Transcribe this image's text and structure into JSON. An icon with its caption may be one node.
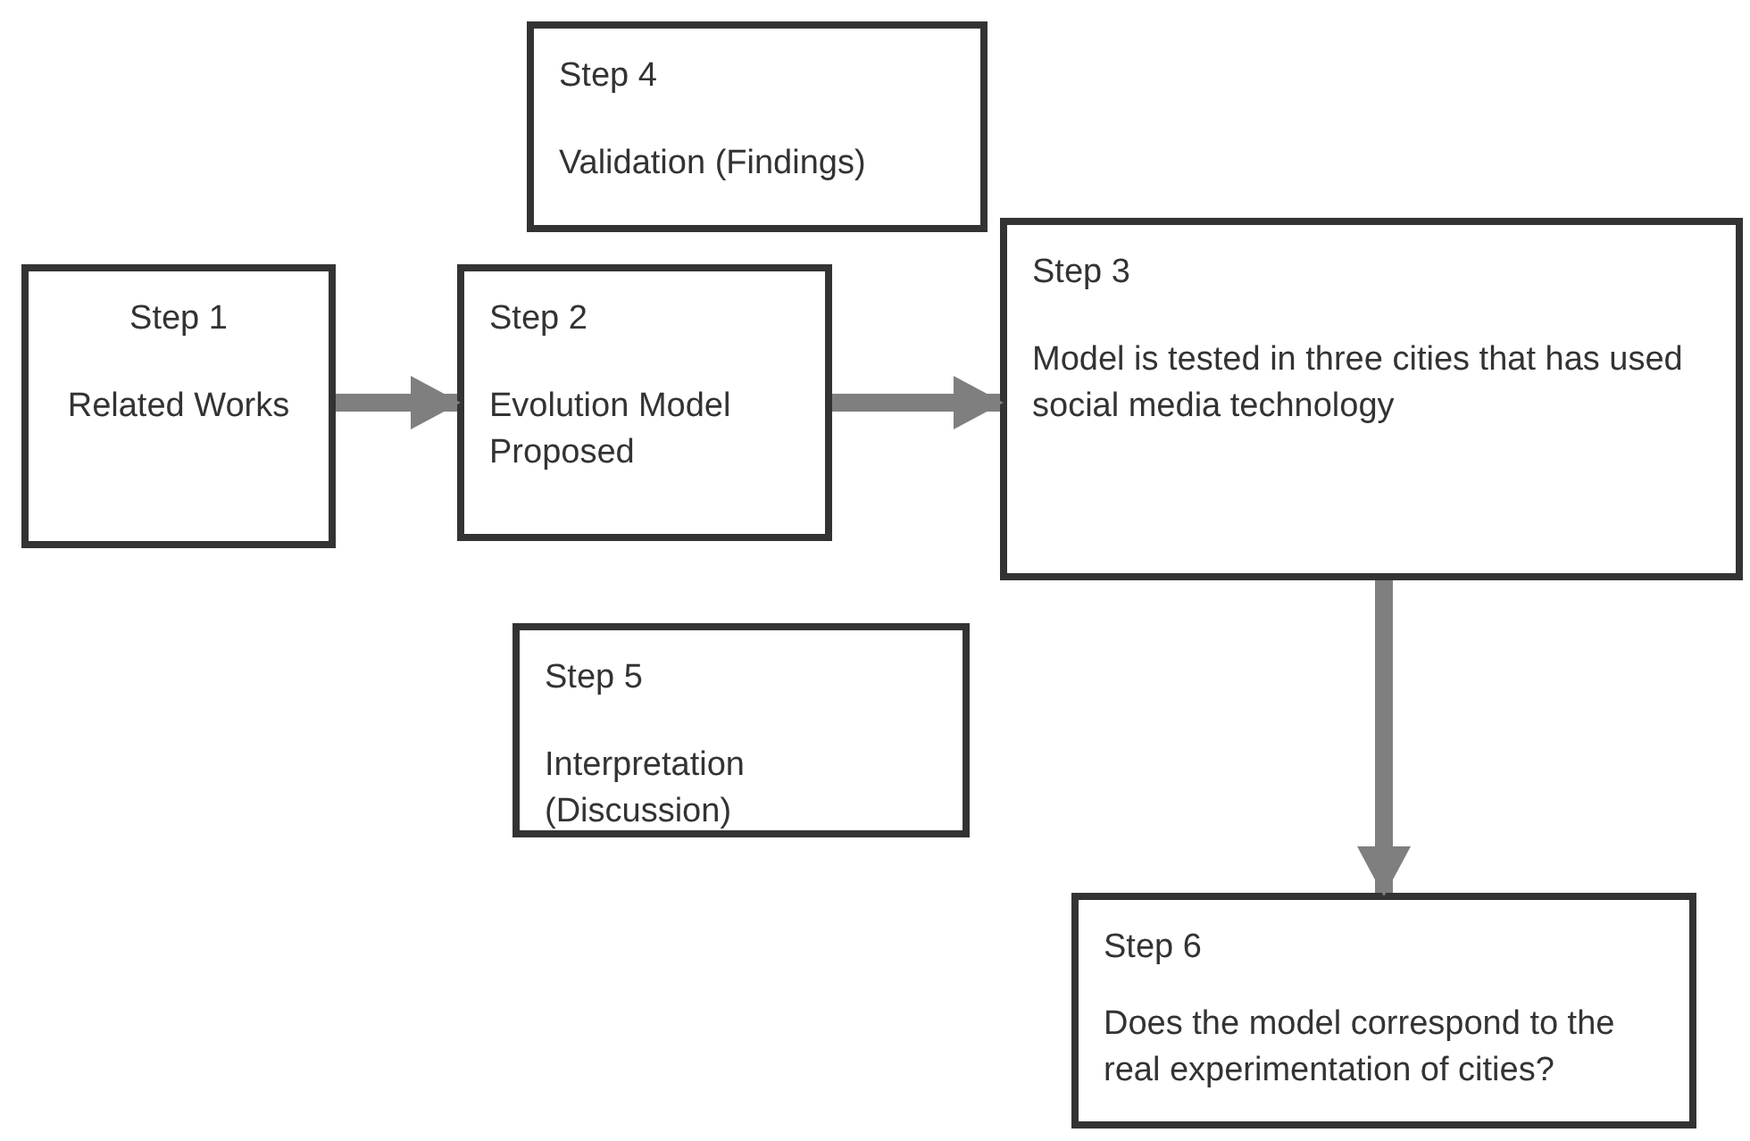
{
  "diagram": {
    "nodes": [
      {
        "text": [
          "Step 1",
          "Related Works"
        ]
      },
      {
        "text": [
          "Step 2",
          "Evolution Model Proposed"
        ]
      },
      {
        "text": [
          "Step 4",
          "Validation (Findings)"
        ]
      },
      {
        "text": [
          "Step 3",
          "Model is tested in three cities that has used social media technology"
        ]
      },
      {
        "text": [
          "Step 5",
          "Interpretation (Discussion)"
        ]
      },
      {
        "text": [
          "Step 6",
          "Does the model correspond to the real experimentation of cities?"
        ]
      }
    ],
    "edges": [
      {
        "from": 0,
        "to": 1,
        "arrow": "to"
      },
      {
        "from": 1,
        "to": 3,
        "arrow": "to"
      },
      {
        "from": 3,
        "to": 5,
        "arrow": "to"
      }
    ]
  }
}
